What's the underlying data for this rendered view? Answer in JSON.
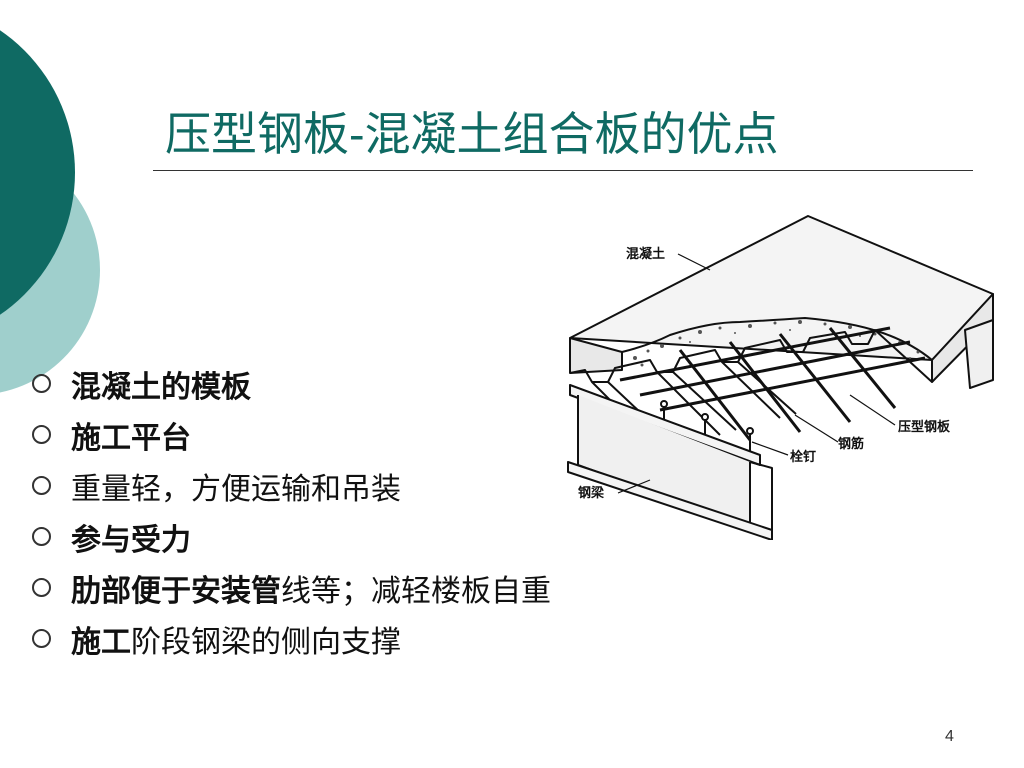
{
  "slide": {
    "title": "压型钢板-混凝土组合板的优点",
    "page_number": "4"
  },
  "bullets": [
    {
      "parts": [
        {
          "text": "混凝土的模板",
          "bold": true
        }
      ]
    },
    {
      "parts": [
        {
          "text": "施工平台",
          "bold": true
        }
      ]
    },
    {
      "parts": [
        {
          "text": "重量轻，方便运输和吊装",
          "bold": false
        }
      ]
    },
    {
      "parts": [
        {
          "text": "参与受力",
          "bold": true
        }
      ]
    },
    {
      "parts": [
        {
          "text": "肋部便于安装管",
          "bold": true
        },
        {
          "text": "线等；减轻楼板自重",
          "bold": false
        }
      ]
    },
    {
      "parts": [
        {
          "text": "施工",
          "bold": true
        },
        {
          "text": "阶段钢梁的侧向支撑",
          "bold": false
        }
      ]
    }
  ],
  "diagram": {
    "labels": {
      "concrete": "混凝土",
      "steel_deck": "压型钢板",
      "rebar": "钢筋",
      "stud": "栓钉",
      "steel_beam": "钢梁"
    }
  },
  "colors": {
    "title": "#0f6a63",
    "circle_dark": "#0f6a63",
    "circle_light": "#9fcfcc"
  }
}
